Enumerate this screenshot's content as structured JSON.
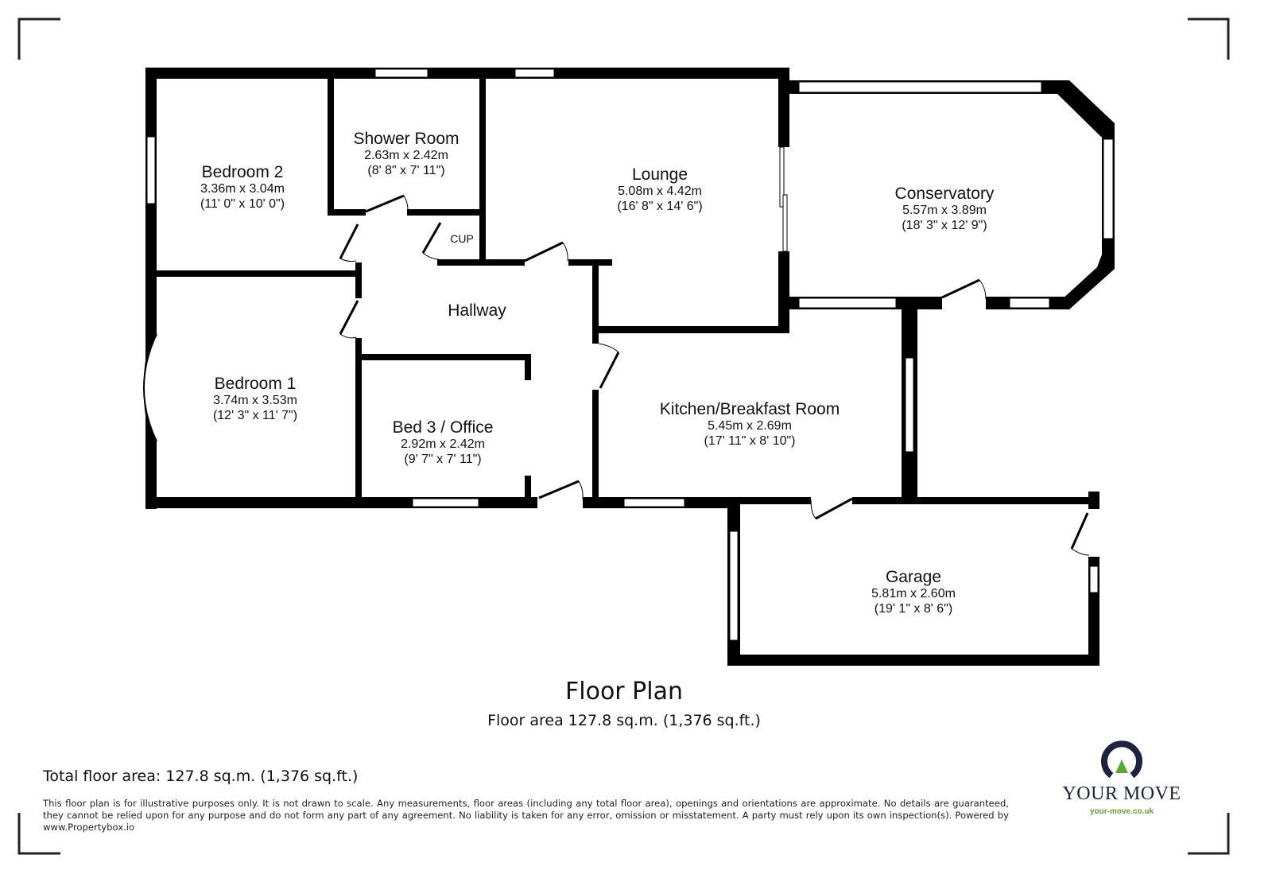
{
  "plan": {
    "title": "Floor Plan",
    "floor_area": "Floor area 127.8 sq.m. (1,376 sq.ft.)",
    "rooms": [
      {
        "name": "Bedroom 2",
        "metric": "3.36m x 3.04m",
        "imperial": "(11' 0\" x 10' 0\")"
      },
      {
        "name": "Shower Room",
        "metric": "2.63m x 2.42m",
        "imperial": "(8' 8\" x 7' 11\")"
      },
      {
        "name": "Lounge",
        "metric": "5.08m x 4.42m",
        "imperial": "(16' 8\" x 14' 6\")"
      },
      {
        "name": "Conservatory",
        "metric": "5.57m x 3.89m",
        "imperial": "(18' 3\" x 12' 9\")"
      },
      {
        "name": "Bedroom 1",
        "metric": "3.74m x 3.53m",
        "imperial": "(12' 3\" x 11' 7\")"
      },
      {
        "name": "Bed 3 / Office",
        "metric": "2.92m x 2.42m",
        "imperial": "(9' 7\" x 7' 11\")"
      },
      {
        "name": "Kitchen/Breakfast Room",
        "metric": "5.45m x 2.69m",
        "imperial": "(17' 11\" x 8' 10\")"
      },
      {
        "name": "Garage",
        "metric": "5.81m x 2.60m",
        "imperial": "(19' 1\" x 8' 6\")"
      }
    ],
    "hallway": "Hallway",
    "cupboard": "CUP"
  },
  "footer": {
    "total": "Total floor area: 127.8 sq.m. (1,376 sq.ft.)",
    "disclaimer": "This floor plan is for illustrative purposes only. It is not drawn to scale. Any measurements, floor areas (including any total floor area), openings and orientations are approximate. No details are guaranteed, they cannot be relied upon for any purpose and do not form any part of any agreement. No liability is taken for any error, omission or misstatement. A party must rely upon its own inspection(s). Powered by www.Propertybox.io"
  },
  "logo": {
    "name": "YOUR MOVE",
    "url": "your-move.co.uk",
    "colors": {
      "navy": "#1c2340",
      "green": "#5aa832"
    }
  }
}
